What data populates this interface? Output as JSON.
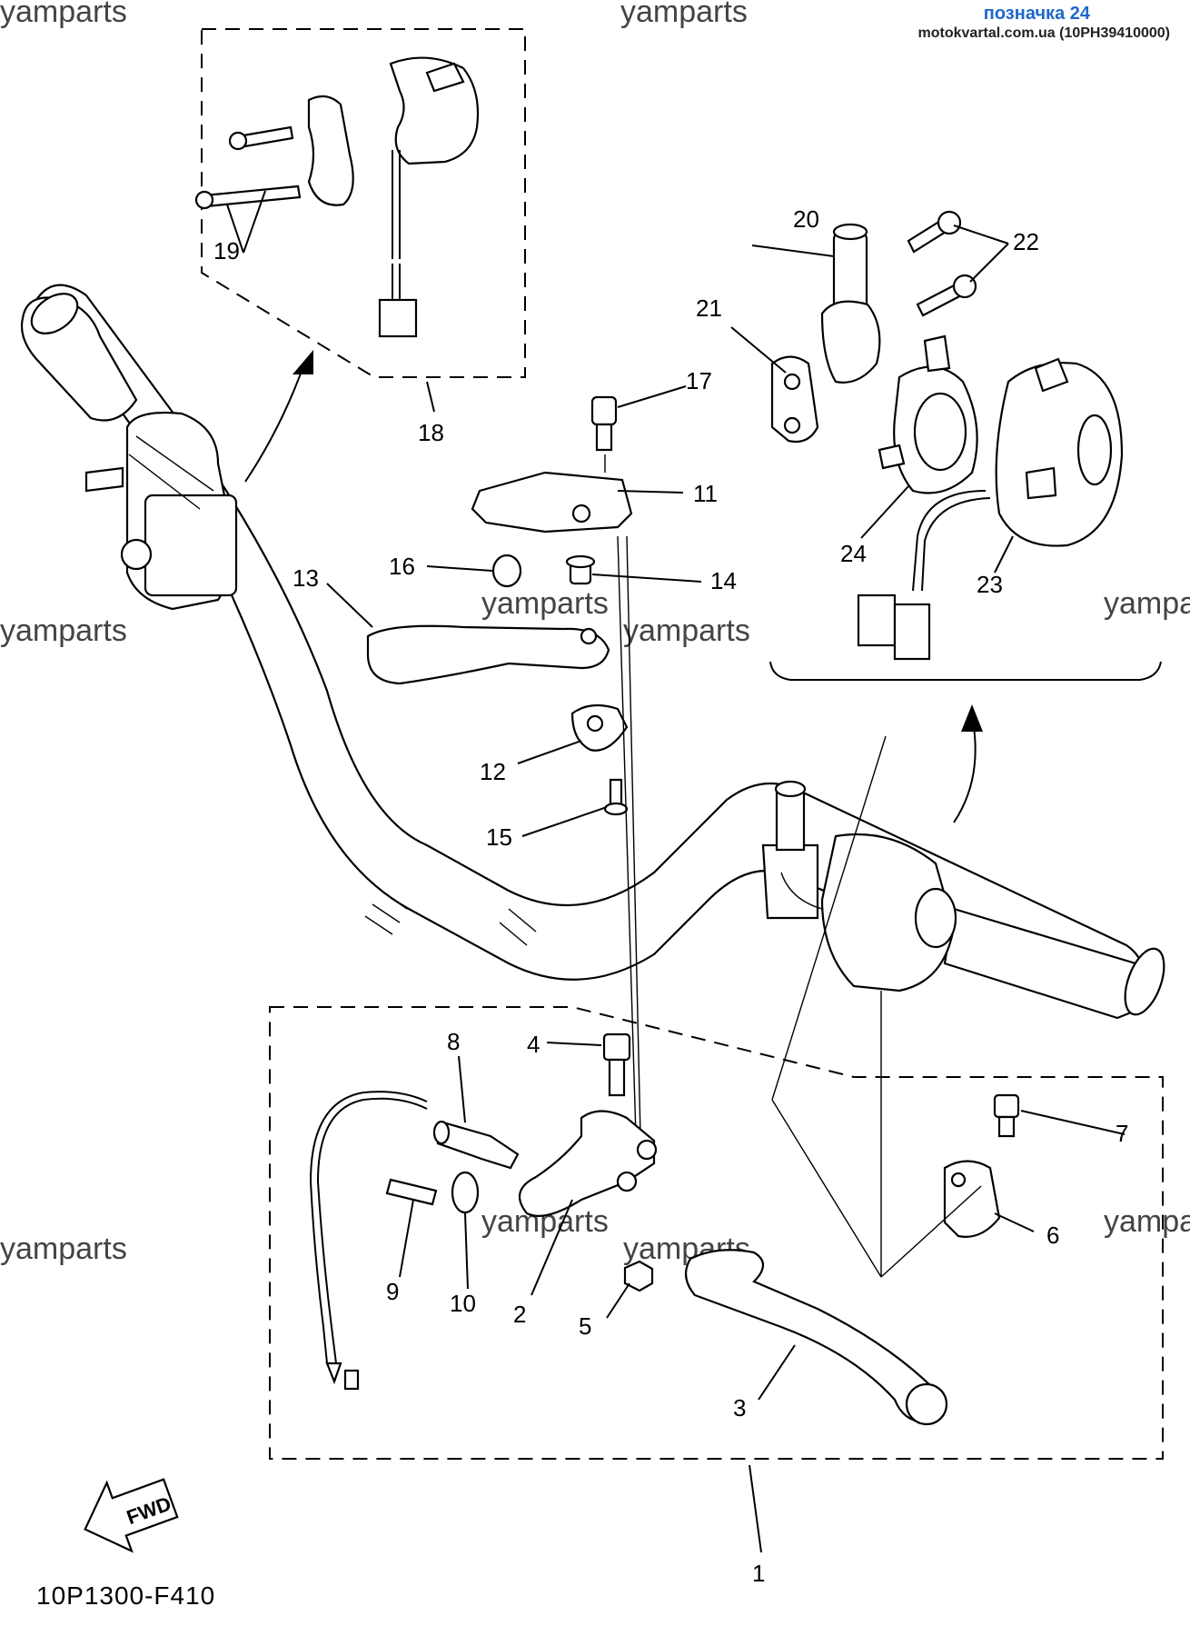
{
  "header": {
    "title": "позначка 24",
    "source": "motokvartal.com.ua (10PH39410000)"
  },
  "watermark": "yamparts",
  "diagram_code": "10P1300-F410",
  "fwd_label": "FWD",
  "callouts": [
    "1",
    "2",
    "3",
    "4",
    "5",
    "6",
    "7",
    "8",
    "9",
    "10",
    "11",
    "12",
    "13",
    "14",
    "15",
    "16",
    "17",
    "18",
    "19",
    "20",
    "21",
    "22",
    "23",
    "24"
  ]
}
